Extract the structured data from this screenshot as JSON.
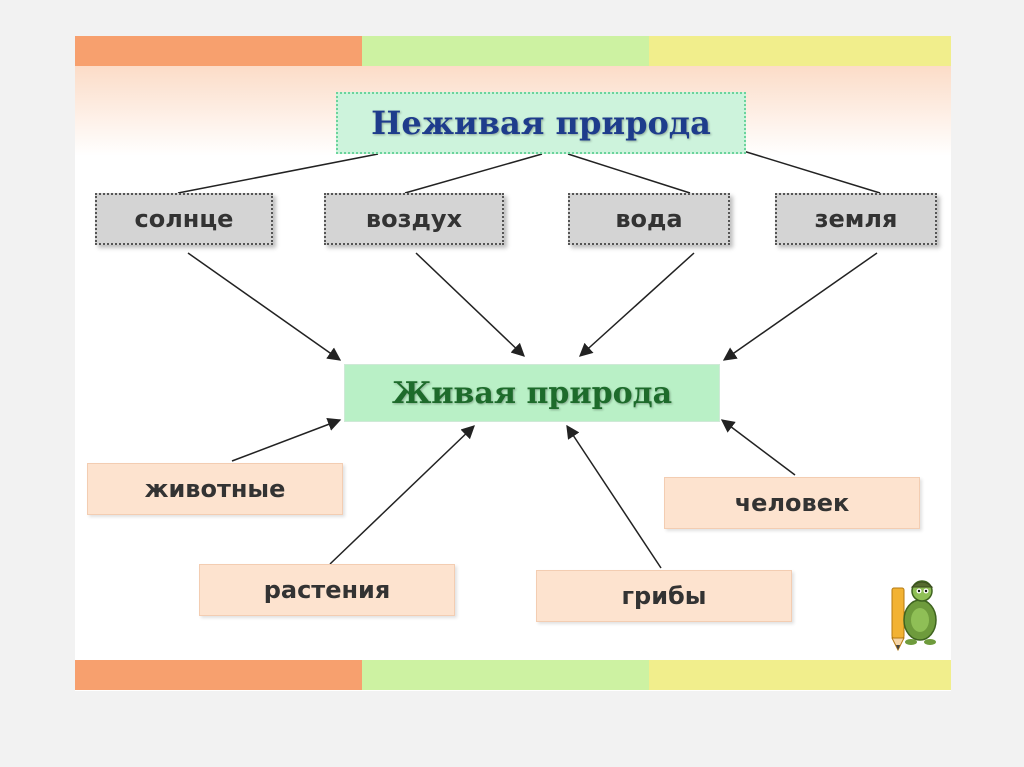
{
  "diagram": {
    "top_node": {
      "label": "Неживая природа"
    },
    "mid_node": {
      "label": "Живая природа"
    },
    "inanimate_items": [
      {
        "label": "солнце"
      },
      {
        "label": "воздух"
      },
      {
        "label": "вода"
      },
      {
        "label": "земля"
      }
    ],
    "living_items": [
      {
        "label": "животные"
      },
      {
        "label": "растения"
      },
      {
        "label": "грибы"
      },
      {
        "label": "человек"
      }
    ]
  },
  "colors": {
    "stripe_orange": "#f7a06e",
    "stripe_green": "#cdf2a2",
    "stripe_yellow": "#f1ee8c",
    "top_title_text": "#1e3c8c",
    "mid_title_text": "#1d6b2b"
  },
  "decoration": {
    "icon": "turtle-pencil-icon"
  }
}
